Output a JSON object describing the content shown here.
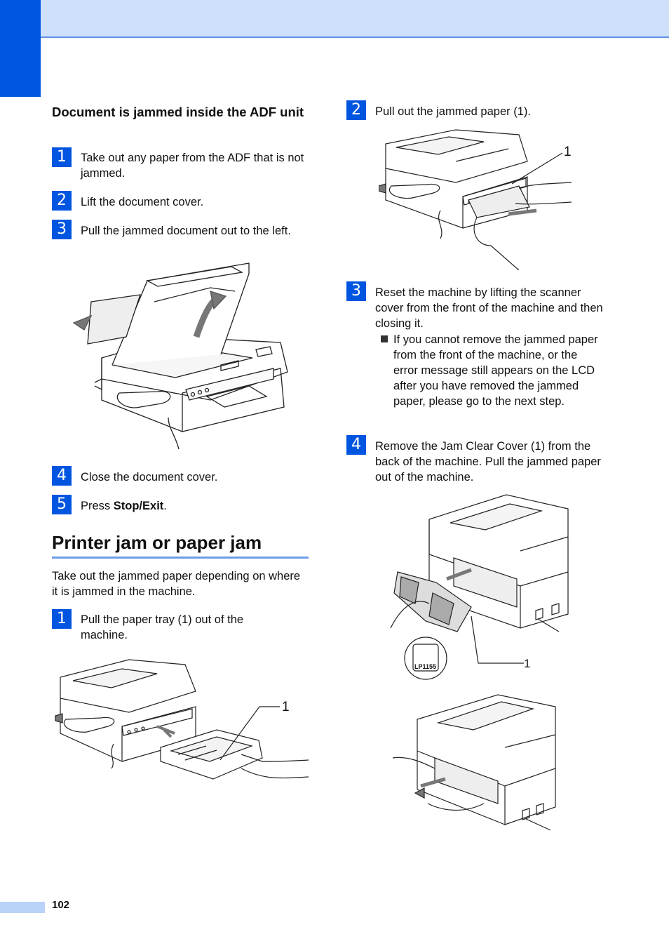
{
  "left_section": {
    "subheading": "Document is jammed inside the ADF unit",
    "steps": [
      {
        "num": "1",
        "text": "Take out any paper from the ADF that is not jammed."
      },
      {
        "num": "2",
        "text": "Lift the document cover."
      },
      {
        "num": "3",
        "text": "Pull the jammed document out to the left."
      },
      {
        "num": "4",
        "text": "Close the document cover."
      },
      {
        "num": "5",
        "text_prefix": "Press ",
        "text_bold": "Stop/Exit",
        "text_suffix": "."
      }
    ]
  },
  "printer_jam": {
    "heading": "Printer jam or paper jam",
    "intro": "Take out the jammed paper depending on where it is jammed in the machine.",
    "step1": {
      "num": "1",
      "text": "Pull the paper tray (1) out of the machine."
    },
    "callout1": "1"
  },
  "right_section": {
    "step2": {
      "num": "2",
      "text": "Pull out the jammed paper (1)."
    },
    "callout_step2": "1",
    "step3": {
      "num": "3",
      "text": "Reset the machine by lifting the scanner cover from the front of the machine and then closing it."
    },
    "step3_bullet": "If you cannot remove the jammed paper from the front of the machine, or the error message still appears on the LCD after you have removed the jammed paper, please go to the next step.",
    "step4": {
      "num": "4",
      "text": "Remove the Jam Clear Cover (1) from the back of the machine. Pull the jammed paper out of the machine."
    },
    "callout_step4": "1",
    "label_code": "LP1155"
  },
  "footer": {
    "page_number": "102"
  }
}
